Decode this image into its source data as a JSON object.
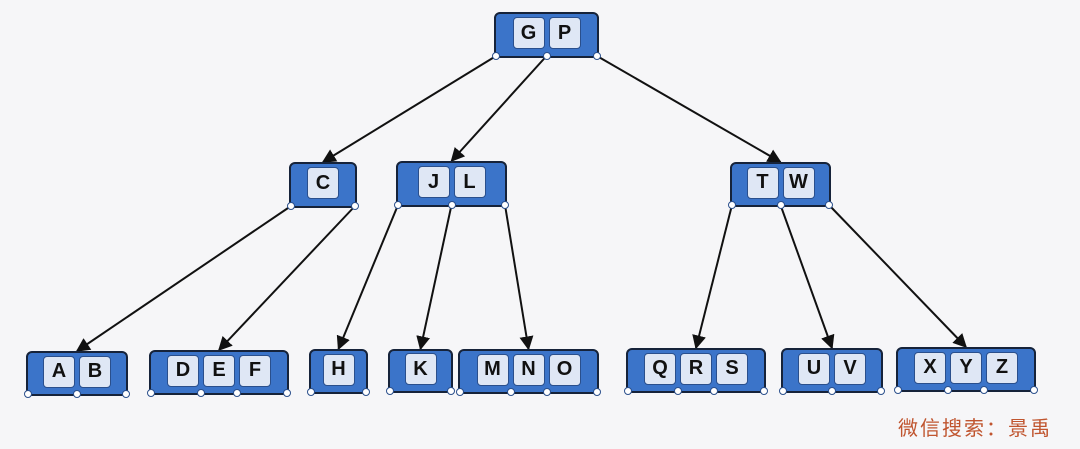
{
  "tree": {
    "nodes": [
      {
        "id": "root",
        "keys": [
          "G",
          "P"
        ]
      },
      {
        "id": "c",
        "keys": [
          "C"
        ]
      },
      {
        "id": "jl",
        "keys": [
          "J",
          "L"
        ]
      },
      {
        "id": "tw",
        "keys": [
          "T",
          "W"
        ]
      },
      {
        "id": "ab",
        "keys": [
          "A",
          "B"
        ]
      },
      {
        "id": "def",
        "keys": [
          "D",
          "E",
          "F"
        ]
      },
      {
        "id": "h",
        "keys": [
          "H"
        ]
      },
      {
        "id": "k",
        "keys": [
          "K"
        ]
      },
      {
        "id": "mno",
        "keys": [
          "M",
          "N",
          "O"
        ]
      },
      {
        "id": "qrs",
        "keys": [
          "Q",
          "R",
          "S"
        ]
      },
      {
        "id": "uv",
        "keys": [
          "U",
          "V"
        ]
      },
      {
        "id": "xyz",
        "keys": [
          "X",
          "Y",
          "Z"
        ]
      }
    ],
    "edges": [
      {
        "from": "root",
        "ptr": 0,
        "to": "c"
      },
      {
        "from": "root",
        "ptr": 1,
        "to": "jl"
      },
      {
        "from": "root",
        "ptr": 2,
        "to": "tw"
      },
      {
        "from": "c",
        "ptr": 0,
        "to": "ab"
      },
      {
        "from": "c",
        "ptr": 1,
        "to": "def"
      },
      {
        "from": "jl",
        "ptr": 0,
        "to": "h"
      },
      {
        "from": "jl",
        "ptr": 1,
        "to": "k"
      },
      {
        "from": "jl",
        "ptr": 2,
        "to": "mno"
      },
      {
        "from": "tw",
        "ptr": 0,
        "to": "qrs"
      },
      {
        "from": "tw",
        "ptr": 1,
        "to": "uv"
      },
      {
        "from": "tw",
        "ptr": 2,
        "to": "xyz"
      }
    ]
  },
  "watermark": "微信搜索：景禹",
  "colors": {
    "node_fill": "#3b74c9",
    "key_fill": "#dfe7f5",
    "edge": "#111111",
    "watermark": "#c0552f"
  }
}
